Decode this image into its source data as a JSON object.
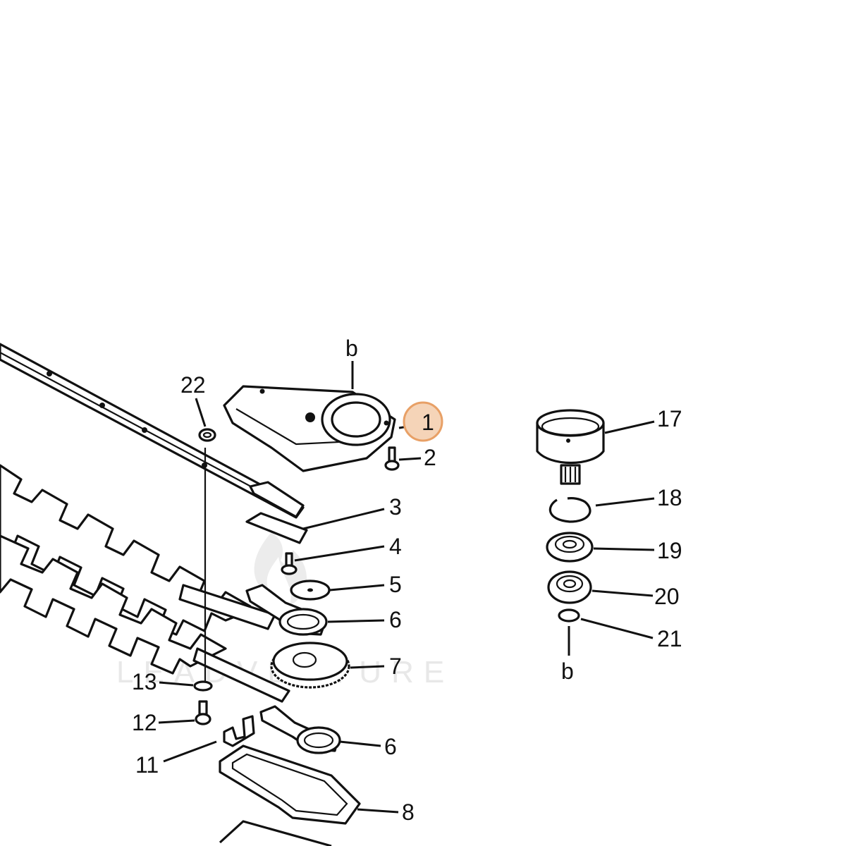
{
  "diagram": {
    "watermark": "LEADVENTURE",
    "highlight_color": "#e8a066",
    "highlighted_callout": "1",
    "callouts": [
      "1",
      "2",
      "3",
      "4",
      "5",
      "6",
      "6",
      "7",
      "8",
      "11",
      "12",
      "13",
      "17",
      "18",
      "19",
      "20",
      "21",
      "22",
      "b",
      "b"
    ]
  }
}
